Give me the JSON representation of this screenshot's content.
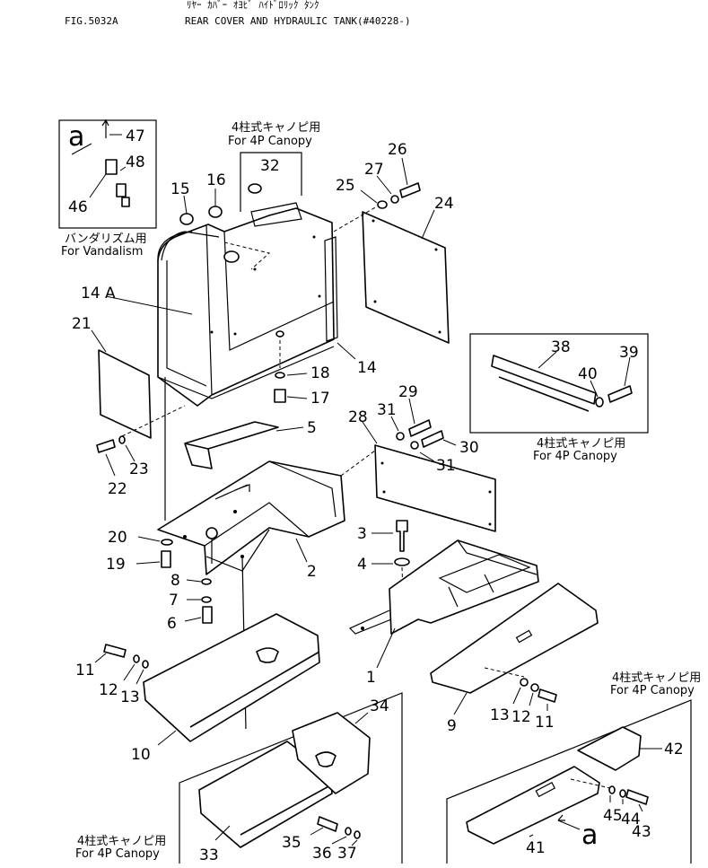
{
  "header": {
    "fig": "FIG.5032A",
    "kana": "ﾘﾔｰ ｶﾊﾞｰ ｵﾖﾋﾞ ﾊｲﾄﾞﾛﾘｯｸ ﾀﾝｸ",
    "title": "REAR COVER AND HYDRAULIC TANK(#40228-)"
  },
  "captions": {
    "vandal_jp": "バンダリズム用",
    "vandal_en": "For Vandalism",
    "canopy_jp": "4柱式キャノピ用",
    "canopy_en": "For 4P Canopy"
  },
  "letters": {
    "a": "a"
  },
  "labels": {
    "p1": "1",
    "p2": "2",
    "p3": "3",
    "p4": "4",
    "p5": "5",
    "p6": "6",
    "p7": "7",
    "p8": "8",
    "p9": "9",
    "p10": "10",
    "p11": "11",
    "p12": "12",
    "p13": "13",
    "p14": "14",
    "p14a": "14 A",
    "p15": "15",
    "p16": "16",
    "p17": "17",
    "p18": "18",
    "p19": "19",
    "p20": "20",
    "p21": "21",
    "p22": "22",
    "p23": "23",
    "p24": "24",
    "p25": "25",
    "p26": "26",
    "p27": "27",
    "p28": "28",
    "p29": "29",
    "p30": "30",
    "p31": "31",
    "p32": "32",
    "p33": "33",
    "p34": "34",
    "p35": "35",
    "p36": "36",
    "p37": "37",
    "p38": "38",
    "p39": "39",
    "p40": "40",
    "p41": "41",
    "p42": "42",
    "p43": "43",
    "p44": "44",
    "p45": "45",
    "p46": "46",
    "p47": "47",
    "p48": "48"
  }
}
